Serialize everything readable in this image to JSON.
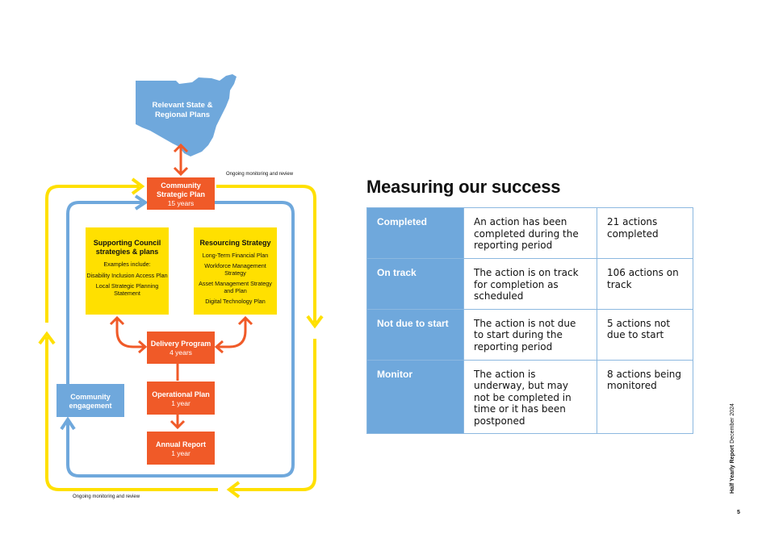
{
  "diagram": {
    "state_plans": "Relevant State & Regional Plans",
    "monitoring_top": "Ongoing monitoring and review",
    "monitoring_bottom": "Ongoing monitoring and review",
    "csp": {
      "title": "Community Strategic Plan",
      "sub": "15 years"
    },
    "supporting": {
      "title": "Supporting Council strategies & plans",
      "lead": "Examples include:",
      "items": [
        "Disability Inclusion Access Plan",
        "Local Strategic Planning Statement"
      ]
    },
    "resourcing": {
      "title": "Resourcing Strategy",
      "items": [
        "Long-Term Financial Plan",
        "Workforce Management Strategy",
        "Asset Management Strategy and Plan",
        "Digital Technology Plan"
      ]
    },
    "delivery": {
      "title": "Delivery Program",
      "sub": "4 years"
    },
    "operational": {
      "title": "Operational Plan",
      "sub": "1 year"
    },
    "annual": {
      "title": "Annual Report",
      "sub": "1 year"
    },
    "engagement": "Community engagement",
    "colors": {
      "orange": "#F05A28",
      "yellow": "#FFE000",
      "blue": "#6FA8DC"
    }
  },
  "measuring": {
    "heading": "Measuring our success",
    "rows": [
      {
        "status": "Completed",
        "description": "An action has been completed during the reporting period",
        "count": "21 actions completed"
      },
      {
        "status": "On track",
        "description": "The action is on track for completion as scheduled",
        "count": "106 actions on track"
      },
      {
        "status": "Not due to start",
        "description": "The action is not due to start during the reporting period",
        "count": "5 actions not due to start"
      },
      {
        "status": "Monitor",
        "description": "The action is underway, but may not be completed in time or it has been postponed",
        "count": "8 actions being monitored"
      }
    ]
  },
  "footer": {
    "report": "Half Yearly Report",
    "date": "December 2024",
    "page": "5"
  }
}
